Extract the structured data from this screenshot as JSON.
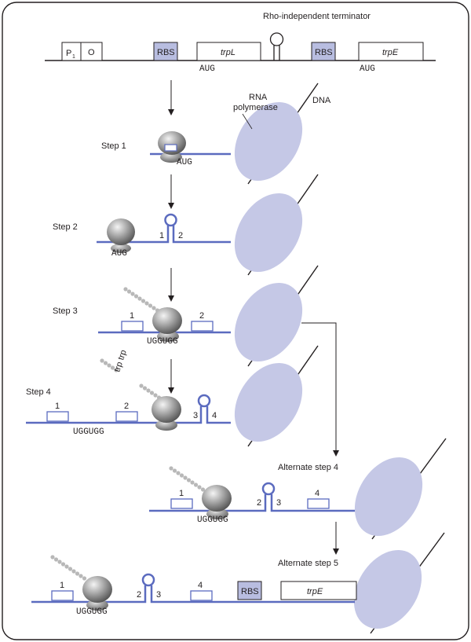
{
  "operon": {
    "promoter": "P",
    "promoter_subscript": "1",
    "operator": "O",
    "rbs_1": "RBS",
    "gene_leader": "trpL",
    "start_leader": "AUG",
    "terminator_label": "Rho-independent terminator",
    "rbs_2": "RBS",
    "gene_e": "trpE",
    "start_e": "AUG"
  },
  "labels": {
    "rna_polymerase_line1": "RNA",
    "rna_polymerase_line2": "polymerase",
    "dna": "DNA"
  },
  "steps": {
    "step1": "Step 1",
    "step2": "Step 2",
    "step3": "Step 3",
    "step4": "Step 4",
    "alt4": "Alternate step 4",
    "alt5": "Alternate step 5"
  },
  "codons": {
    "step1": "AUG",
    "step2": "AUG",
    "step3": "UGGUGG",
    "step4": "UGGUGG",
    "alt4": "UGGUGG",
    "alt5": "UGGUGG"
  },
  "regions": {
    "r1": "1",
    "r2": "2",
    "r3": "3",
    "r4": "4"
  },
  "trp_label": "trp trp",
  "alt5_rbs": "RBS",
  "alt5_gene": "trpE",
  "colors": {
    "mrna": "#5b6bbf",
    "polymerase": "#c5c8e6",
    "rbs_fill": "#b8bde0",
    "ribosome": "#8f8f8f",
    "peptide": "#b8b8b8",
    "line": "#231f20"
  }
}
